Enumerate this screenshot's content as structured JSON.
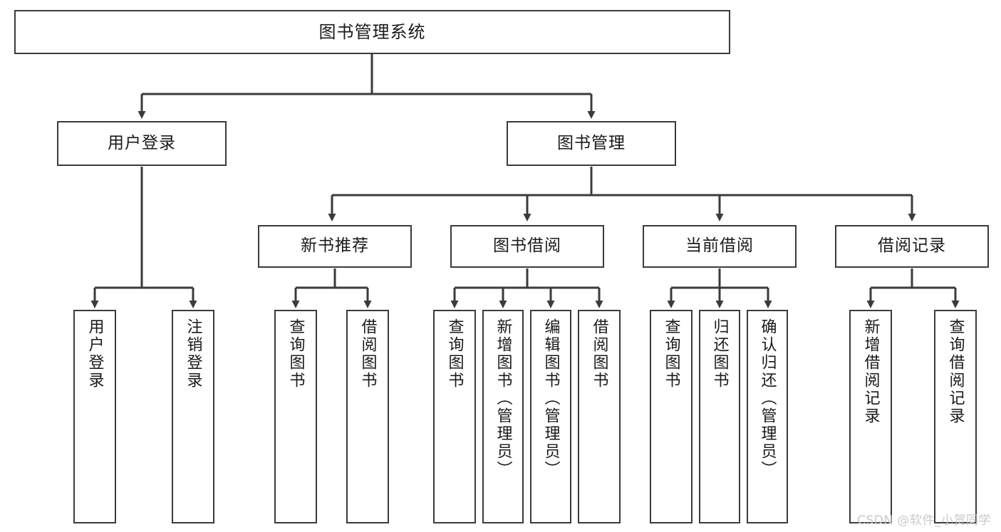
{
  "diagram": {
    "title": "图书管理系统",
    "type": "tree-hierarchy",
    "stroke_color": "#3b3b3b",
    "background_color": "#ffffff",
    "text_color": "#1a1a1a",
    "watermark": "CSDN @软件_小贺同学"
  },
  "nodes": {
    "root": {
      "label": "图书管理系统"
    },
    "level2": [
      {
        "id": "user-login",
        "label": "用户登录"
      },
      {
        "id": "book-manage",
        "label": "图书管理"
      }
    ],
    "level3": [
      {
        "id": "new-book-recommend",
        "label": "新书推荐"
      },
      {
        "id": "book-borrow",
        "label": "图书借阅"
      },
      {
        "id": "current-borrow",
        "label": "当前借阅"
      },
      {
        "id": "borrow-record",
        "label": "借阅记录"
      }
    ],
    "leaves": {
      "user_login": [
        {
          "id": "leaf-user-login",
          "label": "用户登录"
        },
        {
          "id": "leaf-logout-login",
          "label": "注销登录"
        }
      ],
      "new_book_recommend": [
        {
          "id": "leaf-query-book-1",
          "label": "查询图书"
        },
        {
          "id": "leaf-borrow-book-1",
          "label": "借阅图书"
        }
      ],
      "book_borrow": [
        {
          "id": "leaf-query-book-2",
          "label": "查询图书"
        },
        {
          "id": "leaf-add-book",
          "label": "新增图书（管理员）"
        },
        {
          "id": "leaf-edit-book",
          "label": "编辑图书（管理员）"
        },
        {
          "id": "leaf-borrow-book-2",
          "label": "借阅图书"
        }
      ],
      "current_borrow": [
        {
          "id": "leaf-query-book-3",
          "label": "查询图书"
        },
        {
          "id": "leaf-return-book",
          "label": "归还图书"
        },
        {
          "id": "leaf-confirm-return",
          "label": "确认归还（管理员）"
        }
      ],
      "borrow_record": [
        {
          "id": "leaf-add-record",
          "label": "新增借阅记录"
        },
        {
          "id": "leaf-query-record",
          "label": "查询借阅记录"
        }
      ]
    }
  }
}
